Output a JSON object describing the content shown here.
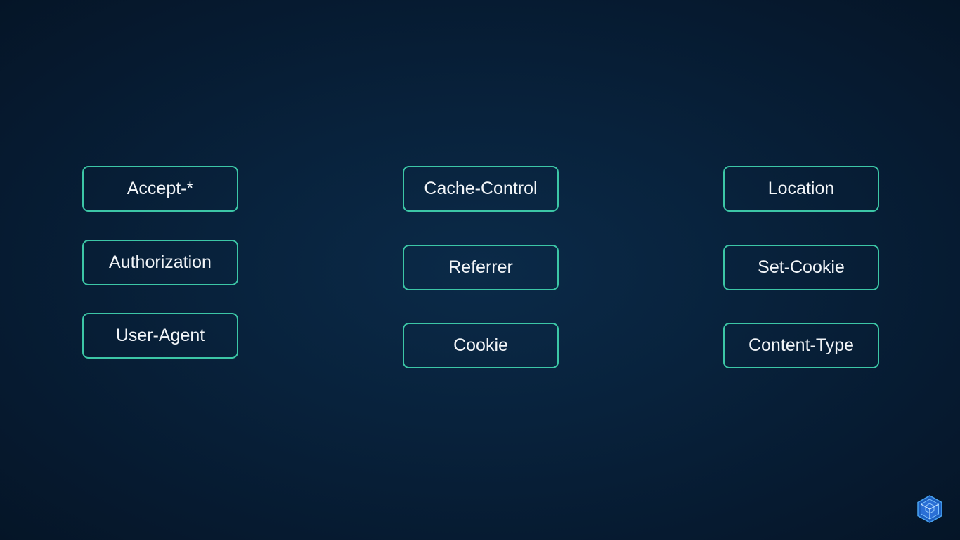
{
  "columns": [
    {
      "items": [
        {
          "label": "Accept-*"
        },
        {
          "label": "Authorization"
        },
        {
          "label": "User-Agent"
        }
      ]
    },
    {
      "items": [
        {
          "label": "Cache-Control"
        },
        {
          "label": "Referrer"
        },
        {
          "label": "Cookie"
        }
      ]
    },
    {
      "items": [
        {
          "label": "Location"
        },
        {
          "label": "Set-Cookie"
        },
        {
          "label": "Content-Type"
        }
      ]
    }
  ],
  "colors": {
    "background": "#08223c",
    "box_border": "#3cc6a6",
    "text": "#f2f5f8",
    "logo_primary": "#2a6fd6",
    "logo_secondary": "#7fc4ff"
  },
  "logo": {
    "icon": "hexagon-cube-logo-icon"
  }
}
